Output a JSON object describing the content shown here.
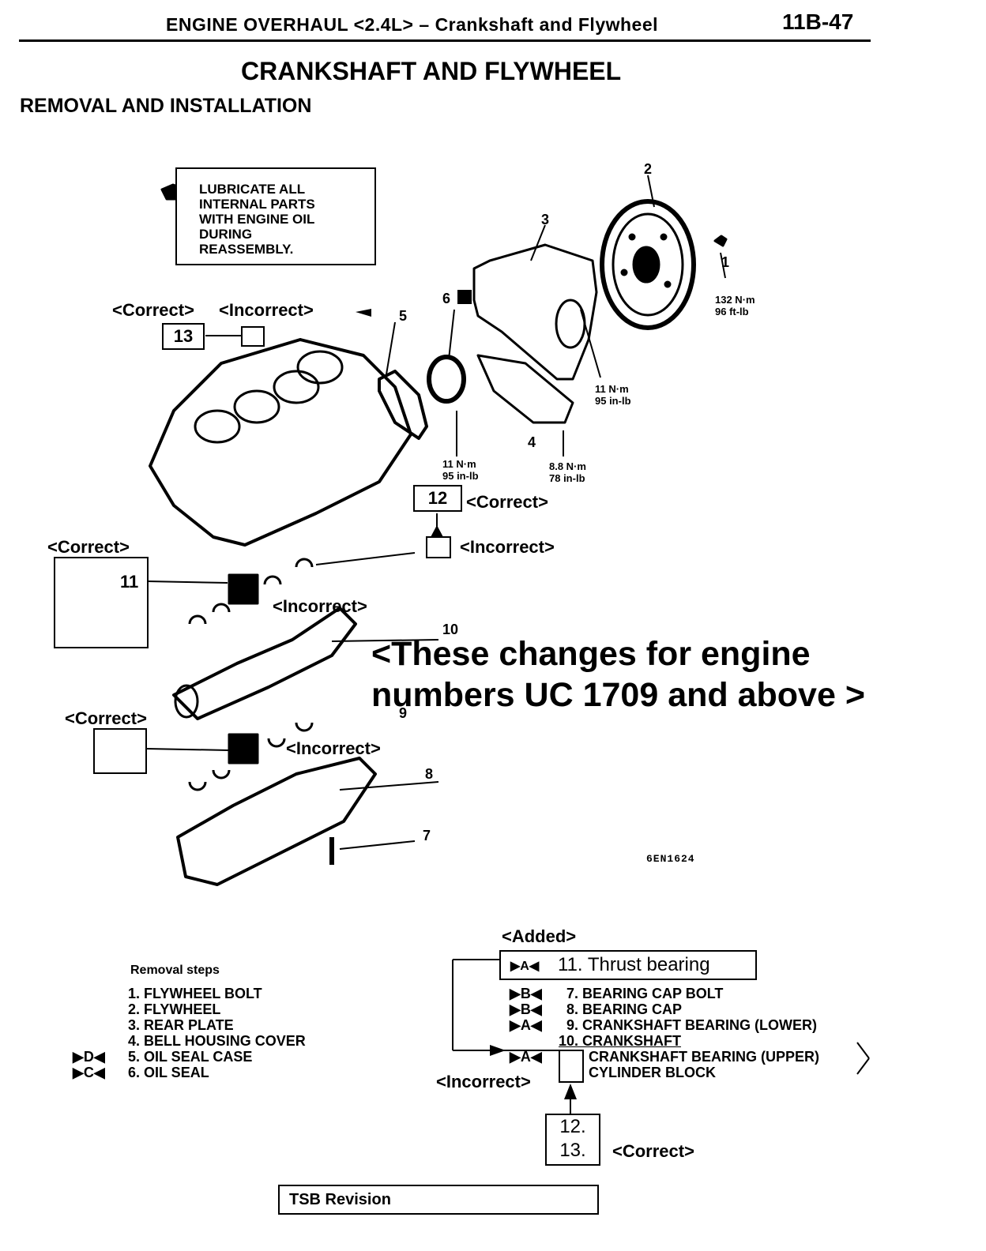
{
  "header": {
    "title": "ENGINE OVERHAUL <2.4L> – Crankshaft and Flywheel",
    "page": "11B-47"
  },
  "page_title": "CRANKSHAFT AND FLYWHEEL",
  "section_title": "REMOVAL AND INSTALLATION",
  "lube_note": [
    "LUBRICATE ALL",
    "INTERNAL PARTS",
    "WITH ENGINE OIL",
    "DURING",
    "REASSEMBLY."
  ],
  "annotations": {
    "correct": "<Correct>",
    "incorrect": "<Incorrect>",
    "added": "<Added>",
    "engine_note_line1": "<These changes for engine",
    "engine_note_line2": "numbers UC 1709 and above >"
  },
  "callouts": {
    "n1": "1",
    "n2": "2",
    "n3": "3",
    "n4": "4",
    "n5": "5",
    "n6": "6",
    "n7": "7",
    "n8": "8",
    "n9": "9",
    "n10": "10",
    "n11": "11",
    "n12": "12",
    "n13": "13"
  },
  "torques": {
    "t1_nm": "132 N·m",
    "t1_ftlb": "96 ft-lb",
    "t2_nm": "11 N·m",
    "t2_inlb": "95 in-lb",
    "t3_nm": "11 N·m",
    "t3_inlb": "95 in-lb",
    "t4_nm": "8.8 N·m",
    "t4_inlb": "78 in-lb"
  },
  "figure_code": "6EN1624",
  "removal_steps": {
    "heading": "Removal steps",
    "left": [
      {
        "mark": "",
        "text": "1. FLYWHEEL BOLT"
      },
      {
        "mark": "",
        "text": "2. FLYWHEEL"
      },
      {
        "mark": "",
        "text": "3. REAR PLATE"
      },
      {
        "mark": "",
        "text": "4. BELL HOUSING COVER"
      },
      {
        "mark": "▶D◀",
        "text": "5. OIL SEAL CASE"
      },
      {
        "mark": "▶C◀",
        "text": "6. OIL SEAL"
      }
    ],
    "added_item": {
      "mark": "▶A◀",
      "text": "11. Thrust bearing"
    },
    "right": [
      {
        "mark": "▶B◀",
        "text": "7. BEARING CAP BOLT"
      },
      {
        "mark": "▶B◀",
        "text": "8. BEARING CAP"
      },
      {
        "mark": "▶A◀",
        "text": "9. CRANKSHAFT BEARING (LOWER)"
      },
      {
        "mark": "",
        "text": "10. CRANKSHAFT"
      },
      {
        "mark": "▶A◀",
        "text": "CRANKSHAFT BEARING (UPPER)"
      },
      {
        "mark": "",
        "text": "CYLINDER BLOCK"
      }
    ],
    "correct_box": [
      "12.",
      "13."
    ]
  },
  "footer": {
    "tsb": "TSB Revision"
  }
}
